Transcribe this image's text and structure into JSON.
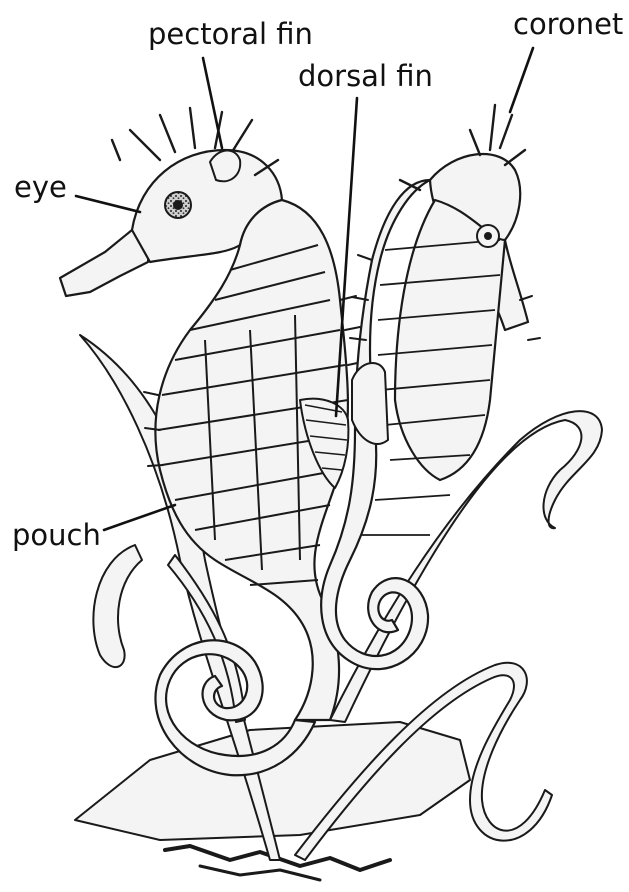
{
  "diagram": {
    "subject": "seahorses",
    "labels": {
      "pectoral_fin": "pectoral fin",
      "coronet": "coronet",
      "dorsal_fin": "dorsal fin",
      "eye": "eye",
      "pouch": "pouch"
    }
  },
  "colors": {
    "ink": "#1a1a1a",
    "background": "#ffffff",
    "text": "#111111"
  }
}
